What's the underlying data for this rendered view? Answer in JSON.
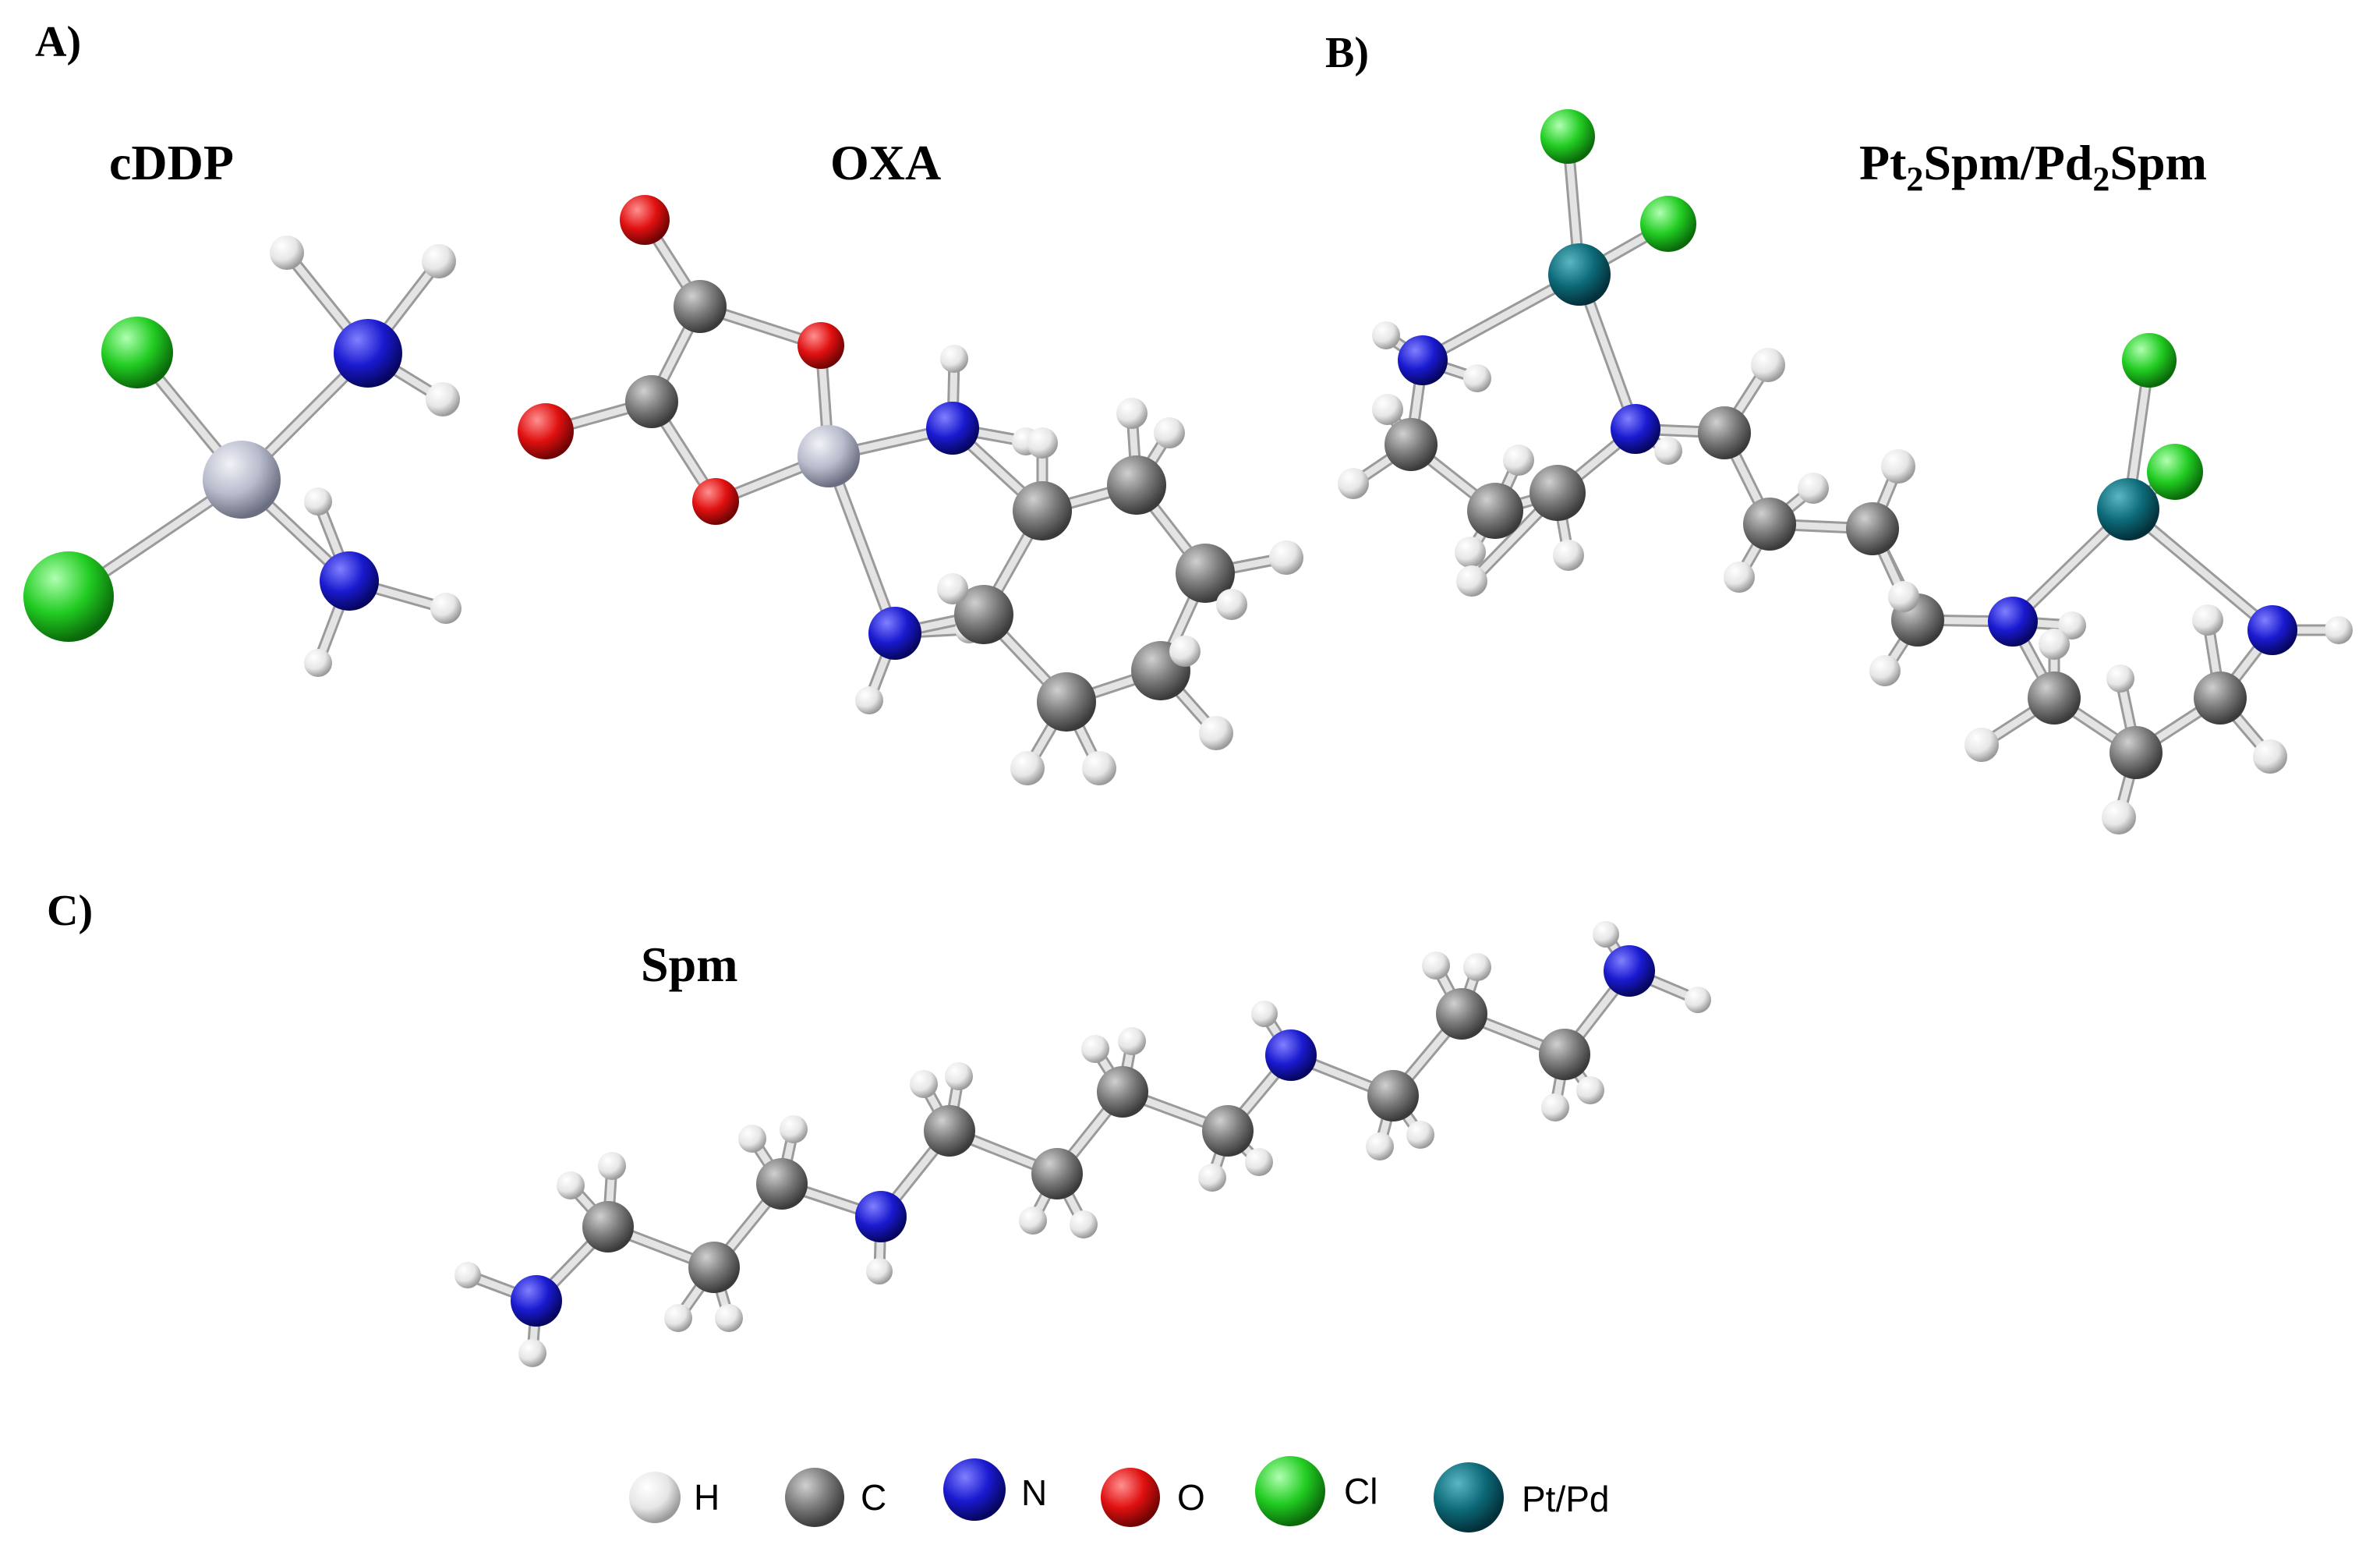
{
  "panels": {
    "a": {
      "label": "A)"
    },
    "b": {
      "label": "B)"
    },
    "c": {
      "label": "C)"
    }
  },
  "molecules": {
    "cddp": {
      "title": "cDDP"
    },
    "oxa": {
      "title": "OXA"
    },
    "pt2spm": {
      "title_part1": "Pt",
      "title_sub1": "2",
      "title_part2": "Spm/Pd",
      "title_sub2": "2",
      "title_part3": "Spm"
    },
    "spm": {
      "title": "Spm"
    }
  },
  "legend": {
    "items": [
      {
        "label": "H",
        "color": "#e8e8e8",
        "icon": "hydrogen-atom-icon"
      },
      {
        "label": "C",
        "color": "#7a7a7a",
        "icon": "carbon-atom-icon"
      },
      {
        "label": "N",
        "color": "#1a1ad0",
        "icon": "nitrogen-atom-icon"
      },
      {
        "label": "O",
        "color": "#e01010",
        "icon": "oxygen-atom-icon"
      },
      {
        "label": "Cl",
        "color": "#22cc22",
        "icon": "chlorine-atom-icon"
      },
      {
        "label": "Pt/Pd",
        "color": "#0d6a78",
        "icon": "platinum-palladium-atom-icon"
      }
    ]
  },
  "colors": {
    "H": "#e8e8e8",
    "C": "#7a7a7a",
    "N": "#1a1ad0",
    "O": "#e01010",
    "Cl": "#22cc22",
    "Pt": "#b8bccc",
    "M": "#0d6a78"
  }
}
